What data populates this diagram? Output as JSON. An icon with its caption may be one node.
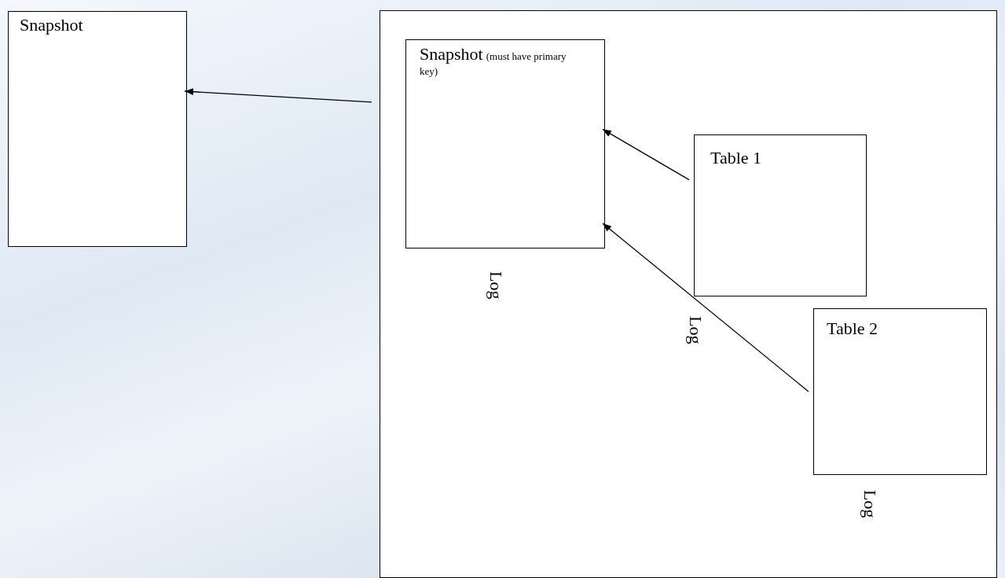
{
  "diagram": {
    "nodes": [
      {
        "text": [
          "Snapshot"
        ]
      },
      {
        "text": [],
        "shape": "box"
      },
      {
        "text": [
          "Snapshot",
          "(must have primary key)"
        ],
        "in": 1,
        "beside": [
          "Log"
        ]
      },
      {
        "text": [
          "Table 1"
        ],
        "in": 1,
        "beside": [
          "Log"
        ]
      },
      {
        "text": [
          "Table 2"
        ],
        "in": 1,
        "beside": [
          "Log"
        ]
      }
    ],
    "edges": [
      {
        "from": 1,
        "to": 0,
        "arrow": "to"
      },
      {
        "from": 3,
        "to": 2,
        "arrow": "to"
      },
      {
        "from": 4,
        "to": 2,
        "arrow": "to"
      }
    ]
  }
}
